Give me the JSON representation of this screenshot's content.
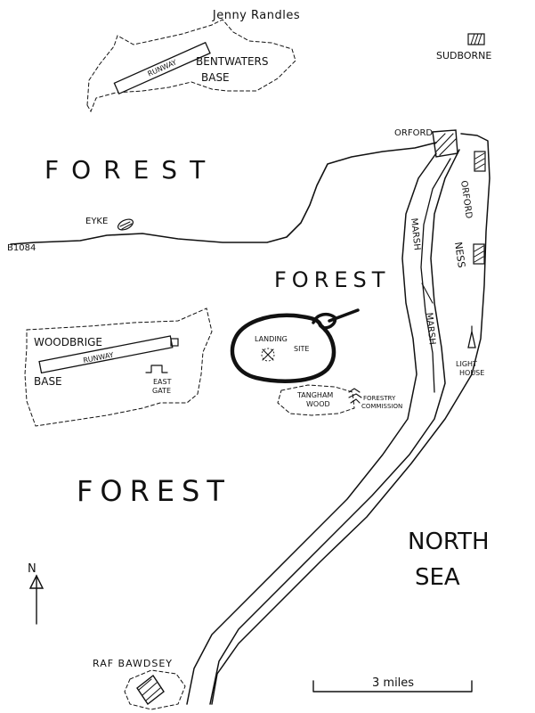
{
  "header": {
    "author": "Jenny Randles"
  },
  "labels": {
    "forest_north": "FOREST",
    "forest_center": "FOREST",
    "forest_south": "FOREST",
    "runway_bentwaters": "RUNWAY",
    "bentwaters": "BENTWATERS",
    "bentwaters_base": "BASE",
    "sudborne": "SUDBORNE",
    "orford": "ORFORD",
    "orford_ness_1": "ORFORD",
    "orford_ness_2": "NESS",
    "marsh_1": "MARSH",
    "marsh_2": "MARSH",
    "eyke": "EYKE",
    "road": "B1084",
    "woodbridge": "WOODBRIGE",
    "runway_woodbridge": "RUNWAY",
    "woodbridge_base": "BASE",
    "east_gate_1": "EAST",
    "east_gate_2": "GATE",
    "landing_1": "LANDING",
    "landing_2": "SITE",
    "tangham_1": "TANGHAM",
    "tangham_2": "WOOD",
    "forestry_1": "FORESTRY",
    "forestry_2": "COMMISSION",
    "lighthouse_1": "LIGHT",
    "lighthouse_2": "HOUSE",
    "north_sea_1": "NORTH",
    "north_sea_2": "SEA",
    "north_arrow": "N",
    "raf_bawdsey": "RAF BAWDSEY",
    "scale": "3 miles"
  }
}
